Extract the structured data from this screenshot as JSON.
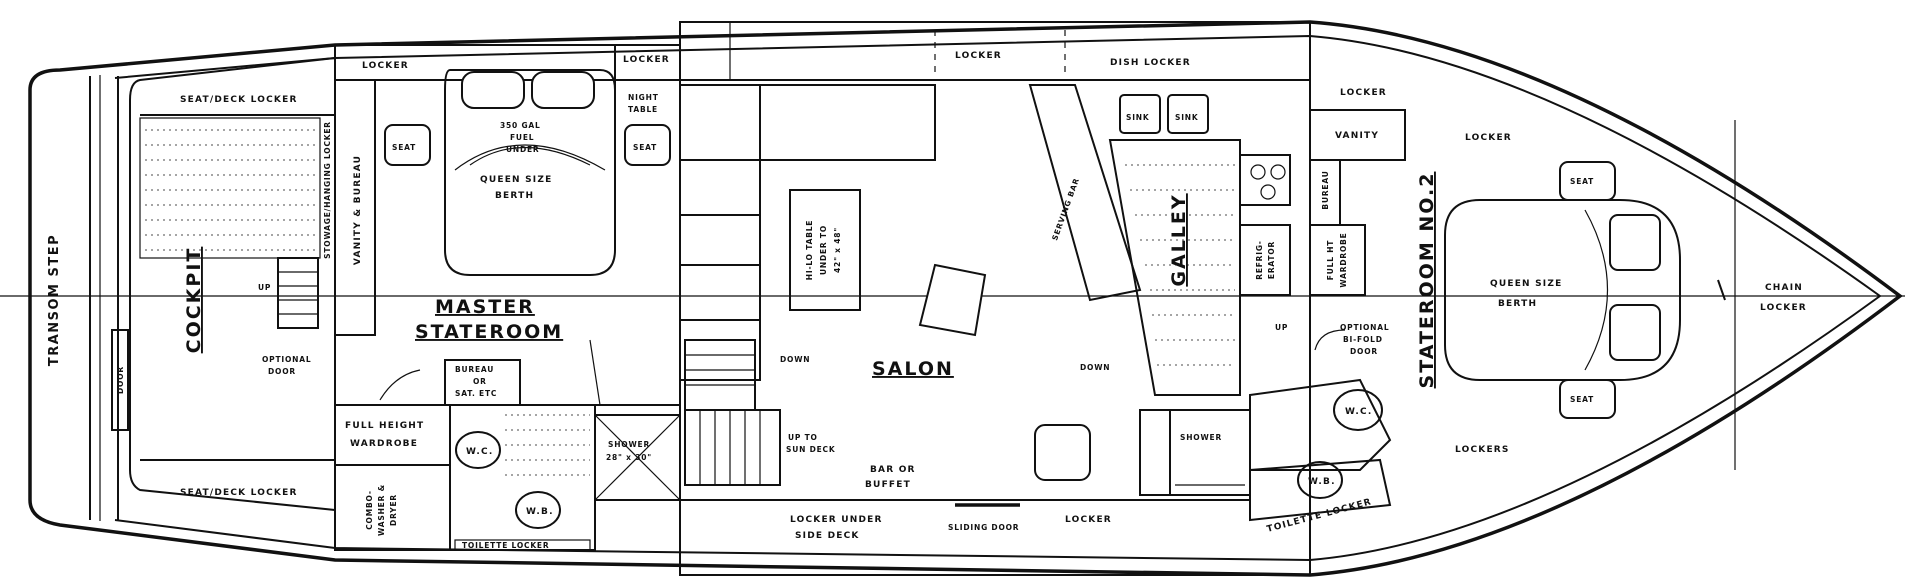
{
  "labels": {
    "transom_step": "TRANSOM STEP",
    "door_aft": "DOOR",
    "cockpit": "COCKPIT",
    "seat_deck_locker_top": "SEAT/DECK LOCKER",
    "seat_deck_locker_bottom": "SEAT/DECK LOCKER",
    "stowage_hanging_locker": "STOWAGE/HANGING LOCKER",
    "up_cockpit": "UP",
    "optional_door_aft": "OPTIONAL",
    "optional_door_aft_2": "DOOR",
    "vanity_bureau": "VANITY & BUREAU",
    "locker_master_port": "LOCKER",
    "locker_master_stbd": "LOCKER",
    "night_table_1": "NIGHT",
    "night_table_2": "TABLE",
    "fuel_tank_1": "350 GAL",
    "fuel_tank_2": "FUEL",
    "fuel_tank_3": "UNDER",
    "queen_berth_aft_1": "QUEEN SIZE",
    "queen_berth_aft_2": "BERTH",
    "seat_master_left": "SEAT",
    "seat_master_right": "SEAT",
    "master_stateroom_1": "MASTER",
    "master_stateroom_2": "STATEROOM",
    "bureau_1": "BUREAU",
    "bureau_2": "OR",
    "bureau_3": "SAT. ETC",
    "full_height_1": "FULL HEIGHT",
    "full_height_2": "WARDROBE",
    "combo_1": "COMBO-",
    "combo_2": "WASHER &",
    "combo_3": "DRYER",
    "wc_aft": "W.C.",
    "wb_aft": "W.B.",
    "toilette_locker_aft": "TOILETTE LOCKER",
    "shower_aft_1": "SHOWER",
    "shower_aft_2": "28\" x 30\"",
    "down_1": "DOWN",
    "down_2": "DOWN",
    "up_to_sundeck_1": "UP TO",
    "up_to_sundeck_2": "SUN DECK",
    "hi_lo_table_1": "HI-LO TABLE",
    "hi_lo_table_2": "UNDER TO",
    "hi_lo_table_3": "42\" x 48\"",
    "salon": "SALON",
    "bar_1": "BAR  OR",
    "bar_2": "BUFFET",
    "locker_under_1": "LOCKER UNDER",
    "locker_under_2": "SIDE DECK",
    "sliding_door": "SLIDING DOOR",
    "locker_salon_stbd": "LOCKER",
    "locker_top": "LOCKER",
    "dish_locker": "DISH LOCKER",
    "sink_left": "SINK",
    "sink_right": "SINK",
    "serving_bar": "SERVING BAR",
    "galley": "GALLEY",
    "refrigerator_1": "REFRIG-",
    "refrigerator_2": "ERATOR",
    "locker_fwd_top": "LOCKER",
    "vanity_fwd": "VANITY",
    "locker_fwd_2": "LOCKER",
    "bureau_fwd": "BUREAU",
    "full_ht_wardrobe_1": "FULL HT",
    "full_ht_wardrobe_2": "WARDROBE",
    "up_fwd": "UP",
    "optional_door_fwd_1": "OPTIONAL",
    "optional_door_fwd_2": "BI-FOLD",
    "optional_door_fwd_3": "DOOR",
    "shower_fwd": "SHOWER",
    "wc_fwd": "W.C.",
    "wb_fwd": "W.B.",
    "toilette_locker_fwd": "TOILETTE LOCKER",
    "stateroom_2": "STATEROOM NO.2",
    "queen_berth_fwd_1": "QUEEN SIZE",
    "queen_berth_fwd_2": "BERTH",
    "seat_fwd_top": "SEAT",
    "seat_fwd_bottom": "SEAT",
    "lockers_fwd": "LOCKERS",
    "chain_locker_1": "CHAIN",
    "chain_locker_2": "LOCKER"
  }
}
